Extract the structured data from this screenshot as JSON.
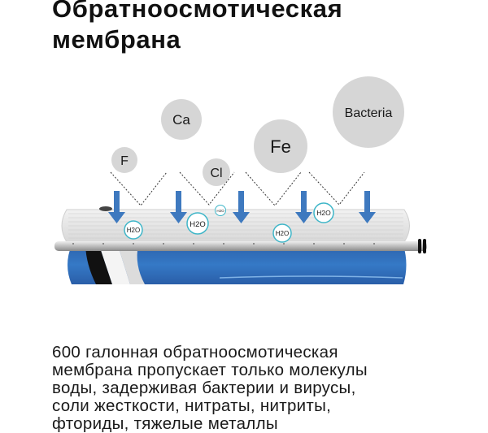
{
  "title": {
    "lines": [
      "Обратноосмотическая",
      "мембрана"
    ]
  },
  "diagram": {
    "particles": [
      "F",
      "Ca",
      "Cl",
      "Fe",
      "Bacteria"
    ],
    "water_label": "H2O",
    "colors": {
      "particle": "#d6d6d6",
      "arrow": "#3e79bf",
      "membrane_blue": "#2f6fb8",
      "water_ring": "#3fb6c8"
    }
  },
  "description": {
    "lines": [
      "600 галонная обратноосмотическая",
      "мембрана пропускает только молекулы",
      "воды, задерживая бактерии и вирусы,",
      "соли жесткости, нитраты, нитриты,",
      "фториды, тяжелые металлы"
    ]
  }
}
